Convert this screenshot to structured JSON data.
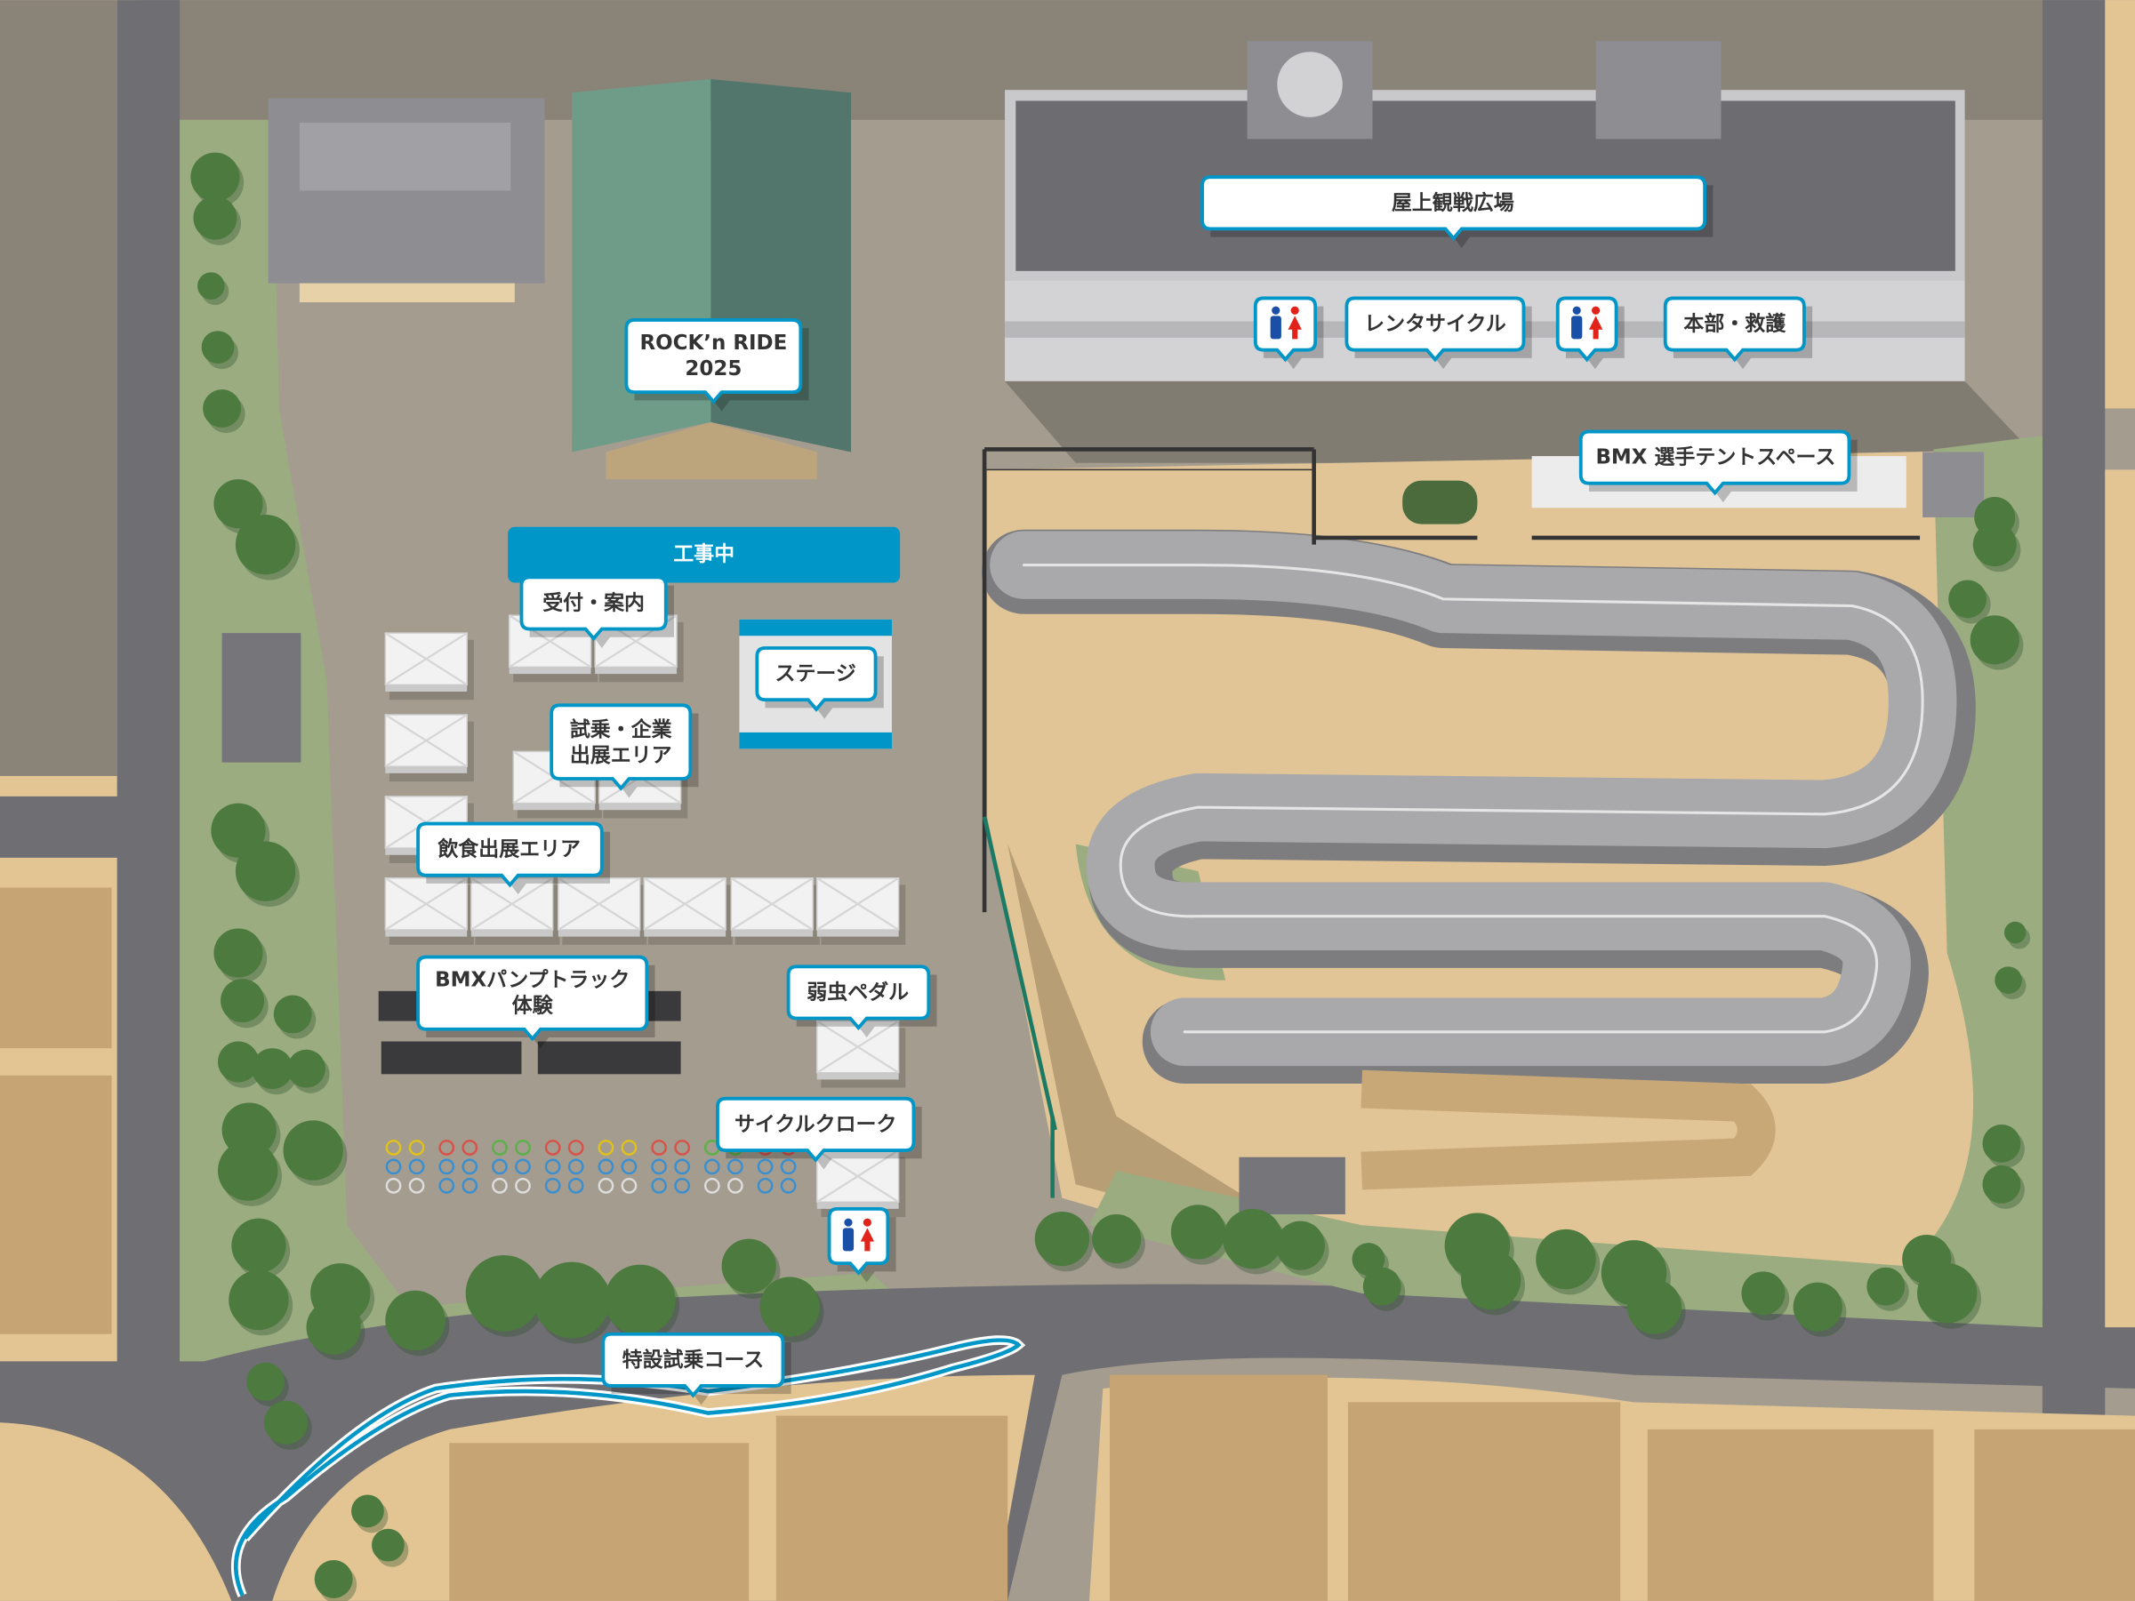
{
  "map": {
    "labels": {
      "rooftop": "屋上観戦広場",
      "rental_cycle": "レンタサイクル",
      "hq_first_aid": "本部・救護",
      "bmx_tent": "BMX 選手テントスペース",
      "event_line1": "ROCK’n RIDE",
      "event_line2": "2025",
      "construction": "工事中",
      "reception": "受付・案内",
      "stage": "ステージ",
      "trial_line1": "試乗・企業",
      "trial_line2": "出展エリア",
      "food": "飲食出展エリア",
      "pump_line1": "BMXパンプトラック",
      "pump_line2": "体験",
      "yowamushi": "弱虫ペダル",
      "cloak": "サイクルクローク",
      "test_course": "特設試乗コース"
    },
    "colors": {
      "accent": "#0096c7",
      "ground": "#a39c8f",
      "sand": "#e1c596",
      "grass": "#9aac80",
      "road": "#6f6e73",
      "tree": "#4d7a3f",
      "male": "#1a4fa8",
      "female": "#e2231a"
    }
  }
}
